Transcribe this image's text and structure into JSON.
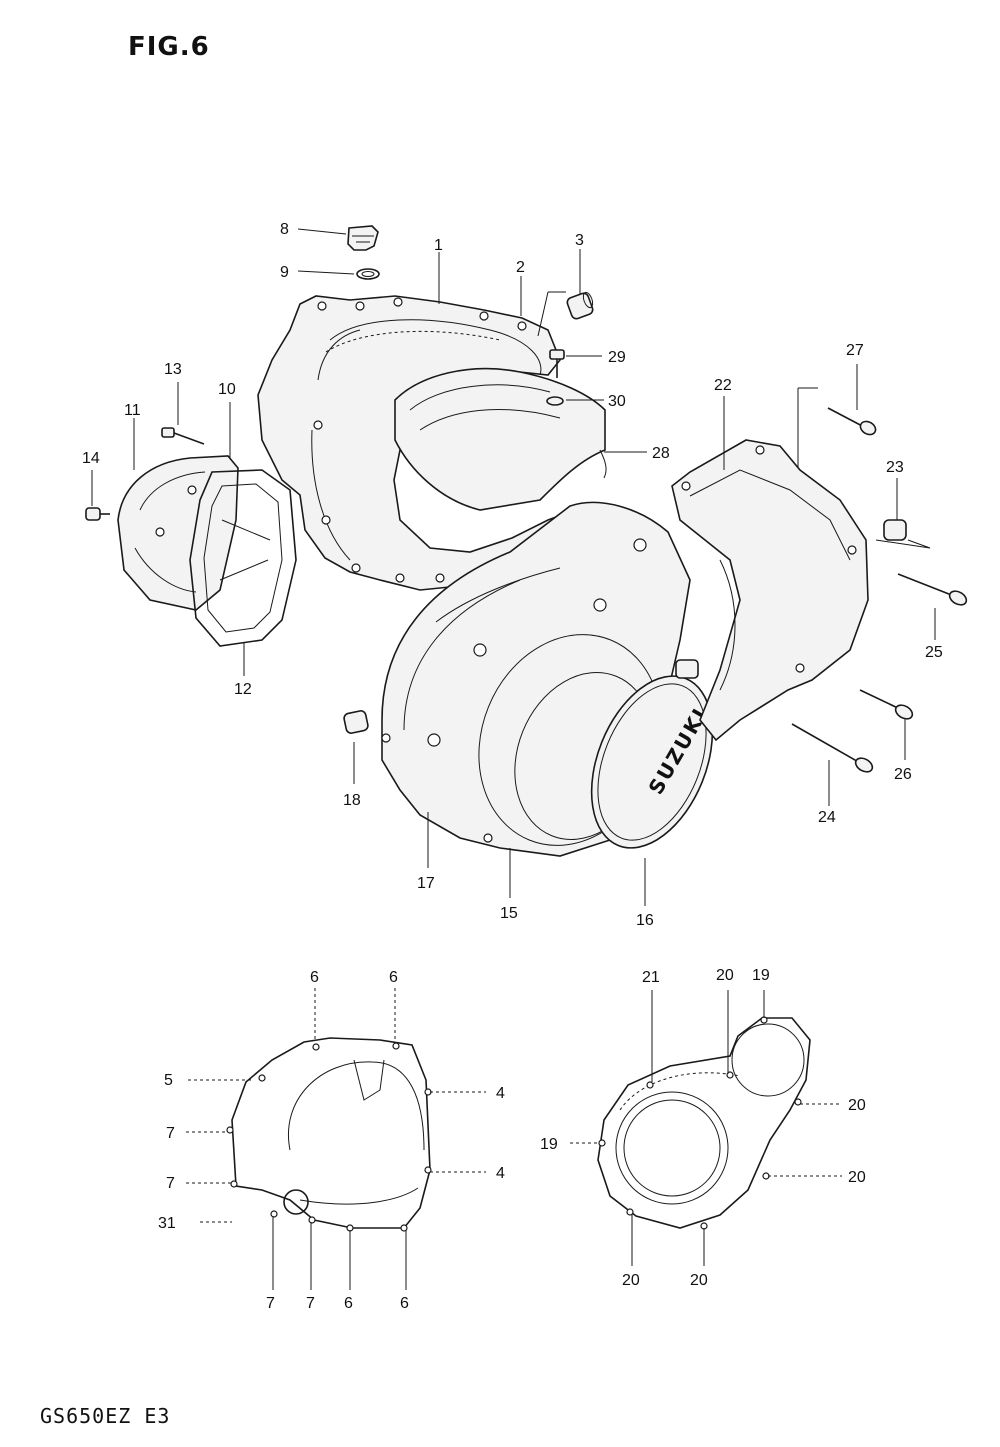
{
  "figure": {
    "title": "FIG.6",
    "model_code": "GS650EZ  E3",
    "badge_text": "SUZUKI"
  },
  "callouts": [
    {
      "id": "c8",
      "text": "8"
    },
    {
      "id": "c9",
      "text": "9"
    },
    {
      "id": "c1",
      "text": "1"
    },
    {
      "id": "c2",
      "text": "2"
    },
    {
      "id": "c3",
      "text": "3"
    },
    {
      "id": "c29",
      "text": "29"
    },
    {
      "id": "c30",
      "text": "30"
    },
    {
      "id": "c28",
      "text": "28"
    },
    {
      "id": "c27",
      "text": "27"
    },
    {
      "id": "c22",
      "text": "22"
    },
    {
      "id": "c23",
      "text": "23"
    },
    {
      "id": "c25",
      "text": "25"
    },
    {
      "id": "c26",
      "text": "26"
    },
    {
      "id": "c24",
      "text": "24"
    },
    {
      "id": "c13",
      "text": "13"
    },
    {
      "id": "c10",
      "text": "10"
    },
    {
      "id": "c11",
      "text": "11"
    },
    {
      "id": "c14",
      "text": "14"
    },
    {
      "id": "c12",
      "text": "12"
    },
    {
      "id": "c18",
      "text": "18"
    },
    {
      "id": "c17",
      "text": "17"
    },
    {
      "id": "c15",
      "text": "15"
    },
    {
      "id": "c16",
      "text": "16"
    },
    {
      "id": "b6a",
      "text": "6"
    },
    {
      "id": "b6b",
      "text": "6"
    },
    {
      "id": "b5",
      "text": "5"
    },
    {
      "id": "b4a",
      "text": "4"
    },
    {
      "id": "b7a",
      "text": "7"
    },
    {
      "id": "b7b",
      "text": "7"
    },
    {
      "id": "b4b",
      "text": "4"
    },
    {
      "id": "b31",
      "text": "31"
    },
    {
      "id": "b7c",
      "text": "7"
    },
    {
      "id": "b7d",
      "text": "7"
    },
    {
      "id": "b6c",
      "text": "6"
    },
    {
      "id": "b6d",
      "text": "6"
    },
    {
      "id": "b21",
      "text": "21"
    },
    {
      "id": "b20a",
      "text": "20"
    },
    {
      "id": "b19a",
      "text": "19"
    },
    {
      "id": "b20b",
      "text": "20"
    },
    {
      "id": "b19b",
      "text": "19"
    },
    {
      "id": "b20c",
      "text": "20"
    },
    {
      "id": "b20d",
      "text": "20"
    },
    {
      "id": "b20e",
      "text": "20"
    }
  ]
}
